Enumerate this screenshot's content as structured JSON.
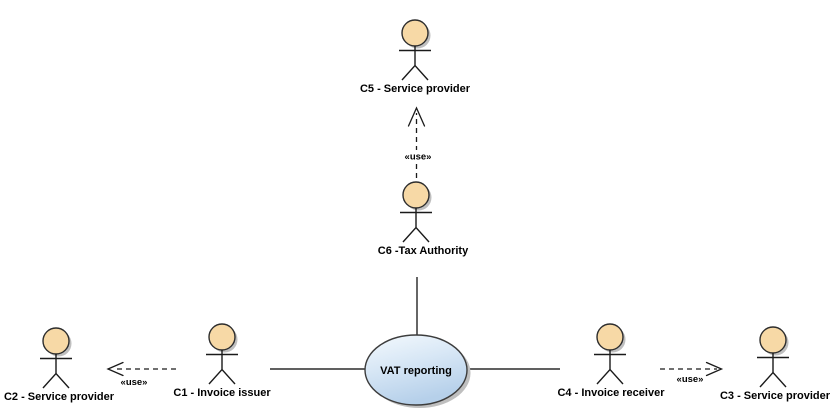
{
  "diagram": {
    "kind": "uml-use-case-diagram",
    "colors": {
      "background": "#ffffff",
      "actor_head_fill": "#f7d9a6",
      "usecase_fill_top": "#f4f9fd",
      "usecase_fill_bottom": "#b6d0ea",
      "outline": "#2d2d2d",
      "line": "#000000",
      "shadow": "#bfbfbf"
    },
    "actors": {
      "c5": {
        "label": "C5 - Service provider"
      },
      "c6": {
        "label": "C6 -Tax Authority"
      },
      "c2": {
        "label": "C2 - Service provider"
      },
      "c1": {
        "label": "C1 - Invoice issuer"
      },
      "c4": {
        "label": "C4 - Invoice receiver"
      },
      "c3": {
        "label": "C3 - Service provider"
      }
    },
    "use_case": {
      "label": "VAT reporting"
    },
    "connectors": {
      "c6_to_c5": {
        "stereotype": "«use»"
      },
      "c1_to_c2": {
        "stereotype": "«use»"
      },
      "c4_to_c3": {
        "stereotype": "«use»"
      }
    }
  }
}
